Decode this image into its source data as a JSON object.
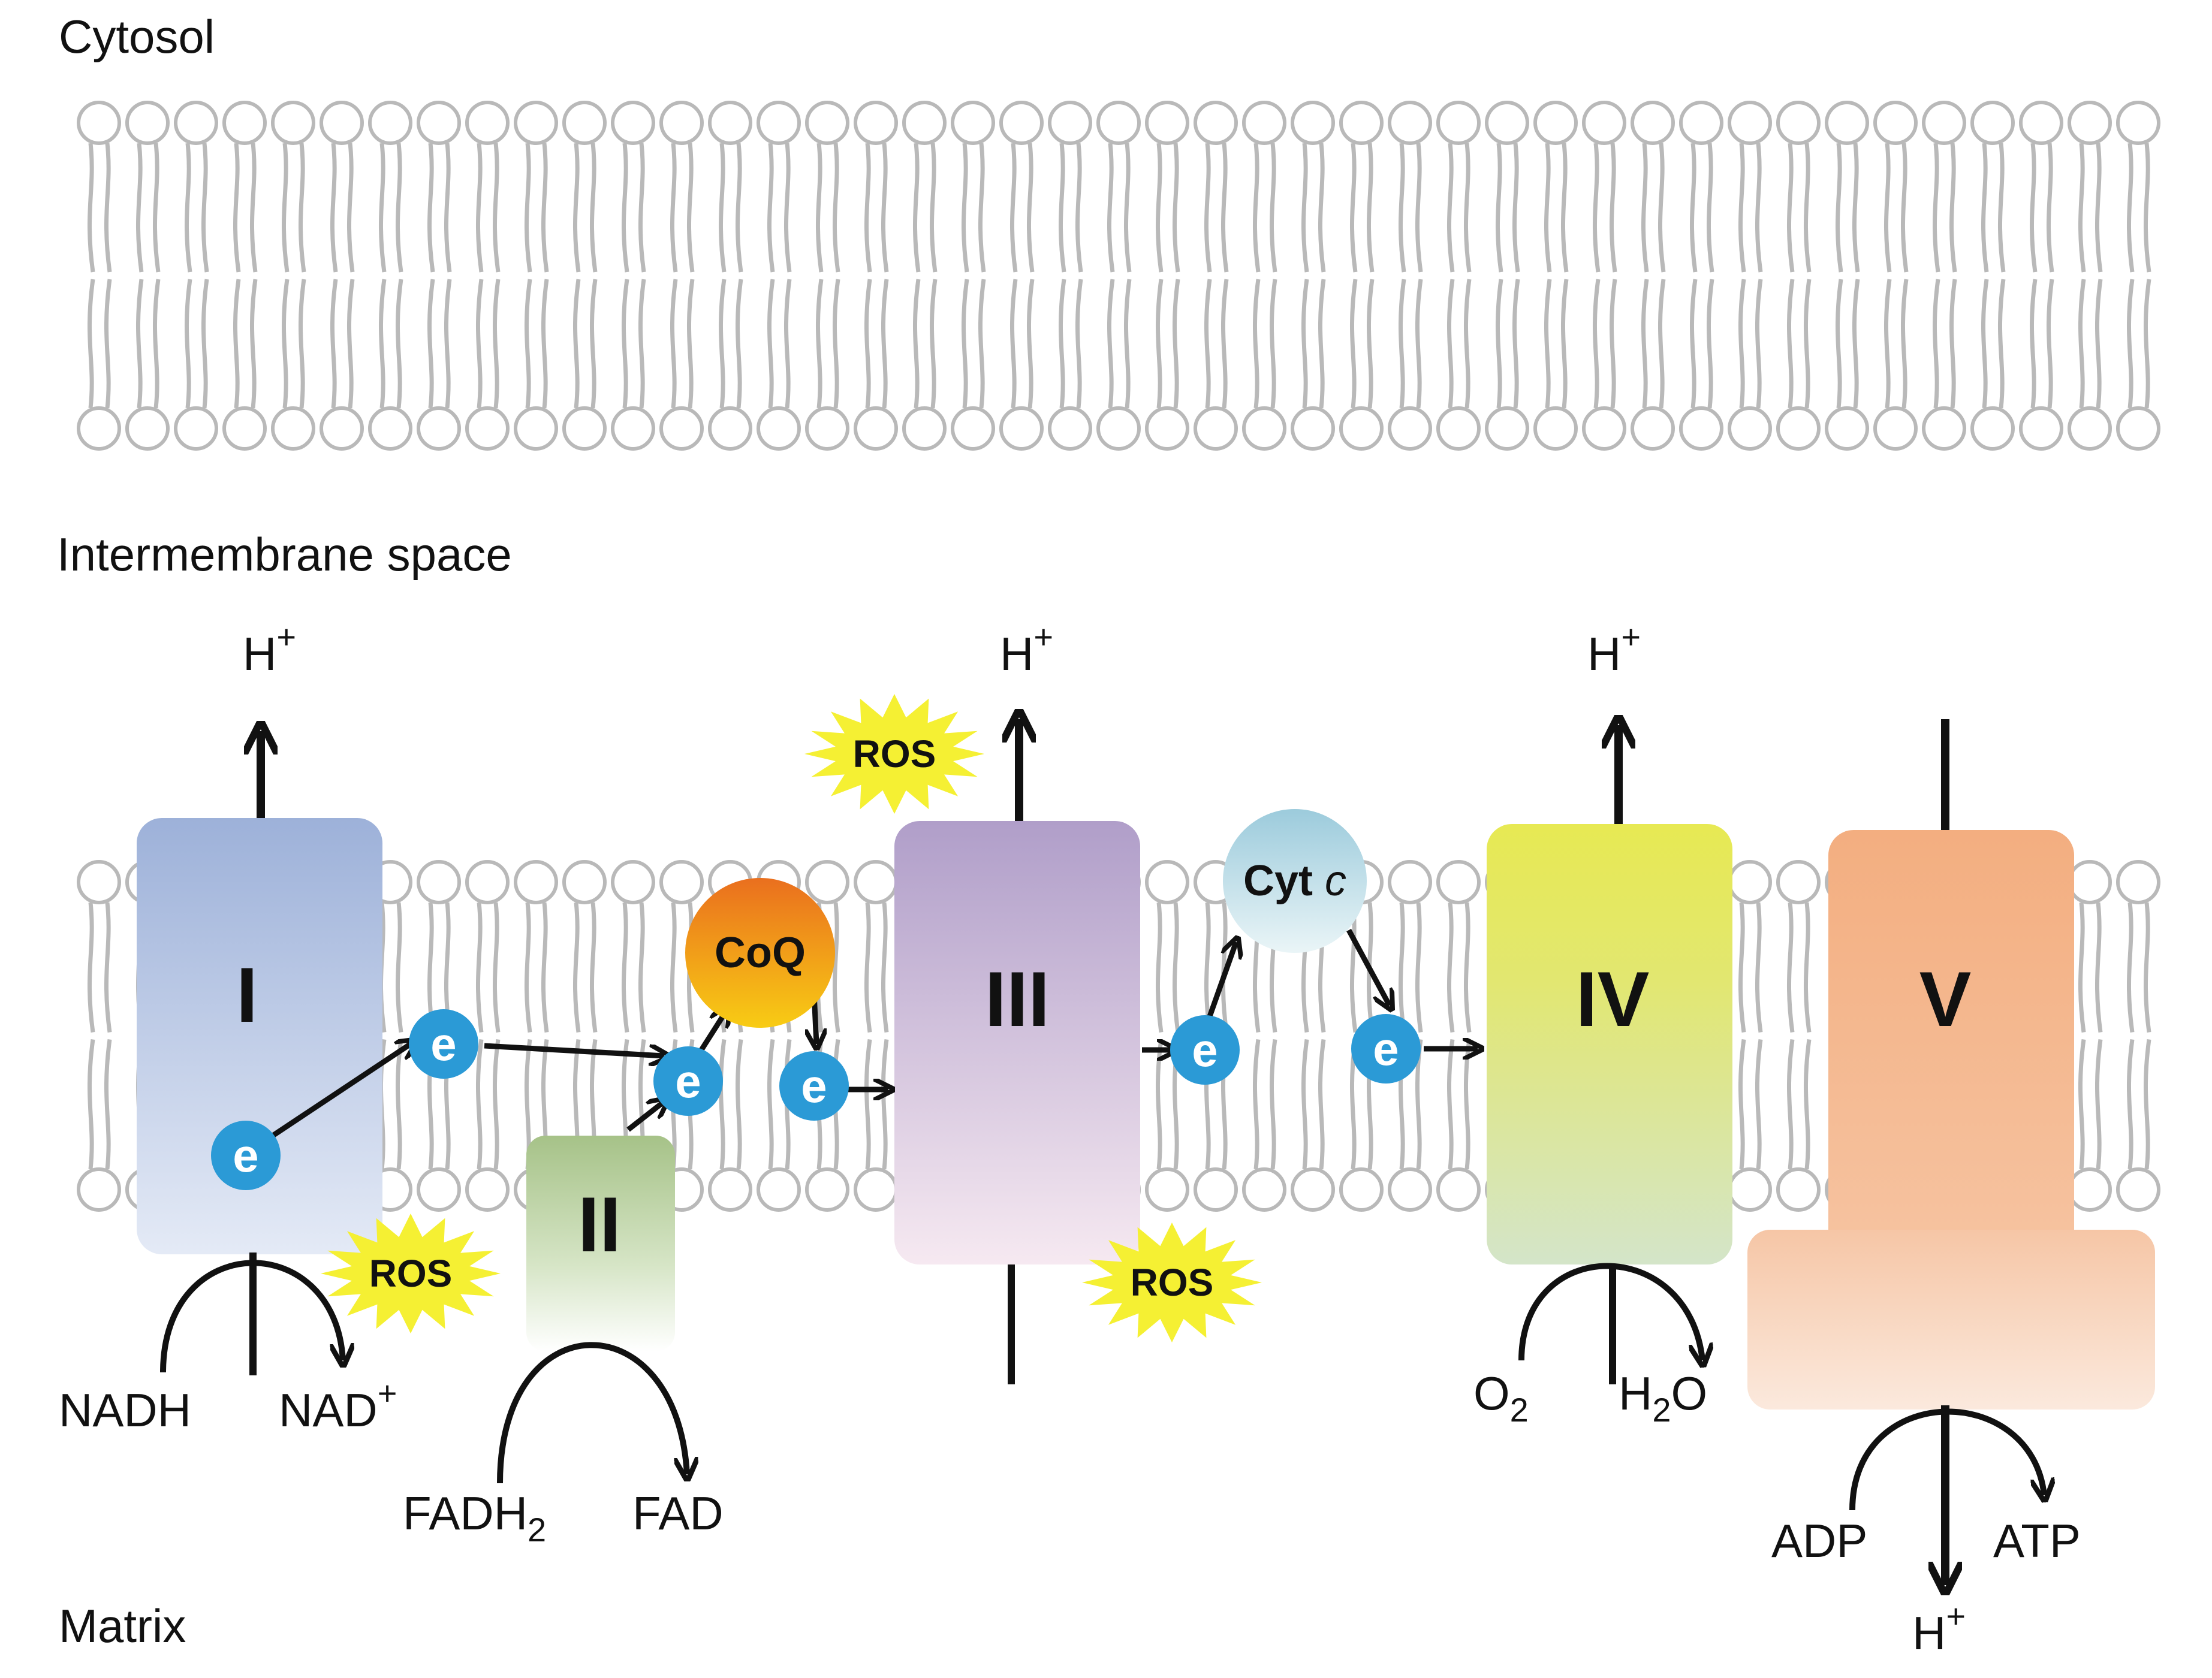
{
  "regions": {
    "cytosol": "Cytosol",
    "intermembrane": "Intermembrane space",
    "matrix": "Matrix"
  },
  "complexes": {
    "I": "I",
    "II": "II",
    "III": "III",
    "IV": "IV",
    "V": "V"
  },
  "carriers": {
    "coq": "CoQ",
    "cyt": "Cyt",
    "cyt_italic": "c",
    "electron": "e"
  },
  "ros": "ROS",
  "proton": {
    "base": "H",
    "charge": "+"
  },
  "reactions": {
    "nadh": "NADH",
    "nad": {
      "base": "NAD",
      "charge": "+"
    },
    "fadh2": {
      "base": "FADH",
      "sub": "2"
    },
    "fad": "FAD",
    "o2": {
      "base": "O",
      "sub": "2"
    },
    "h2o": {
      "pre": "H",
      "sub": "2",
      "post": "O"
    },
    "adp": "ADP",
    "atp": "ATP"
  },
  "colors": {
    "complex_I": [
      "#9fb3da",
      "#e3e9f6"
    ],
    "complex_II": [
      "#a8c48a",
      "#ffffff"
    ],
    "complex_III": [
      "#b2a0cc",
      "#f5e8f0"
    ],
    "complex_IV": [
      "#e6e854",
      "#d6e6c8"
    ],
    "complex_V": "#f4b287",
    "coq": [
      "#ec7a1c",
      "#f7c218"
    ],
    "cyt_c": [
      "#a6cede",
      "#e7f3f6"
    ],
    "electron": "#2b9ad6",
    "ros": "#f5f033",
    "membrane": "#b9b9b9"
  }
}
